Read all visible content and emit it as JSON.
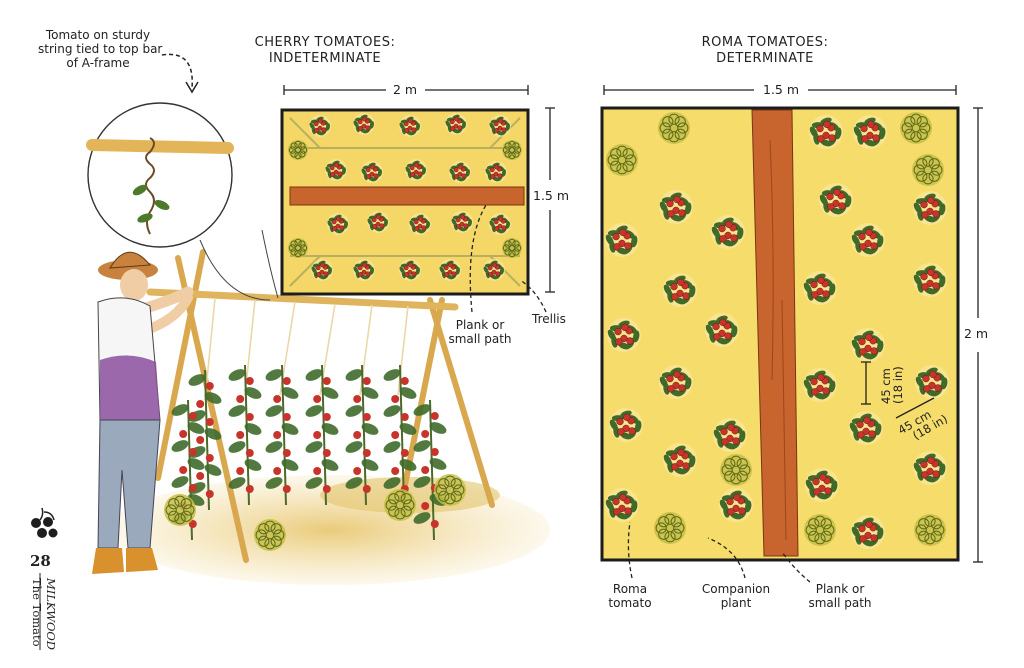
{
  "labels": {
    "a_frame_note": [
      "Tomato on sturdy",
      "string tied to top bar",
      "of A-frame"
    ],
    "cherry_heading": [
      "CHERRY TOMATOES:",
      "INDETERMINATE"
    ],
    "roma_heading": [
      "ROMA TOMATOES:",
      "DETERMINATE"
    ],
    "cherry_width": "2 m",
    "cherry_height": "1.5 m",
    "roma_width": "1.5 m",
    "roma_height": "2 m",
    "cherry_path": [
      "Plank or",
      "small path"
    ],
    "trellis": "Trellis",
    "spacing_vertical": [
      "45 cm",
      "(18 in)"
    ],
    "spacing_diagonal": [
      "45 cm",
      "(18 in)"
    ],
    "roma_tomato": [
      "Roma",
      "tomato"
    ],
    "companion_plant": [
      "Companion",
      "plant"
    ],
    "roma_path": [
      "Plank or",
      "small path"
    ]
  },
  "page": {
    "number": "28",
    "book_title": "MILKWOOD",
    "chapter": "The Tomato"
  },
  "colors": {
    "bed_fill": "#f6dc6a",
    "bed_border": "#1c1c1c",
    "plank": "#c8642e",
    "tomato_red": "#c8342c",
    "leaf_green": "#3f6a2a",
    "companion": "#c7bf45",
    "bamboo": "#e0b45c"
  }
}
